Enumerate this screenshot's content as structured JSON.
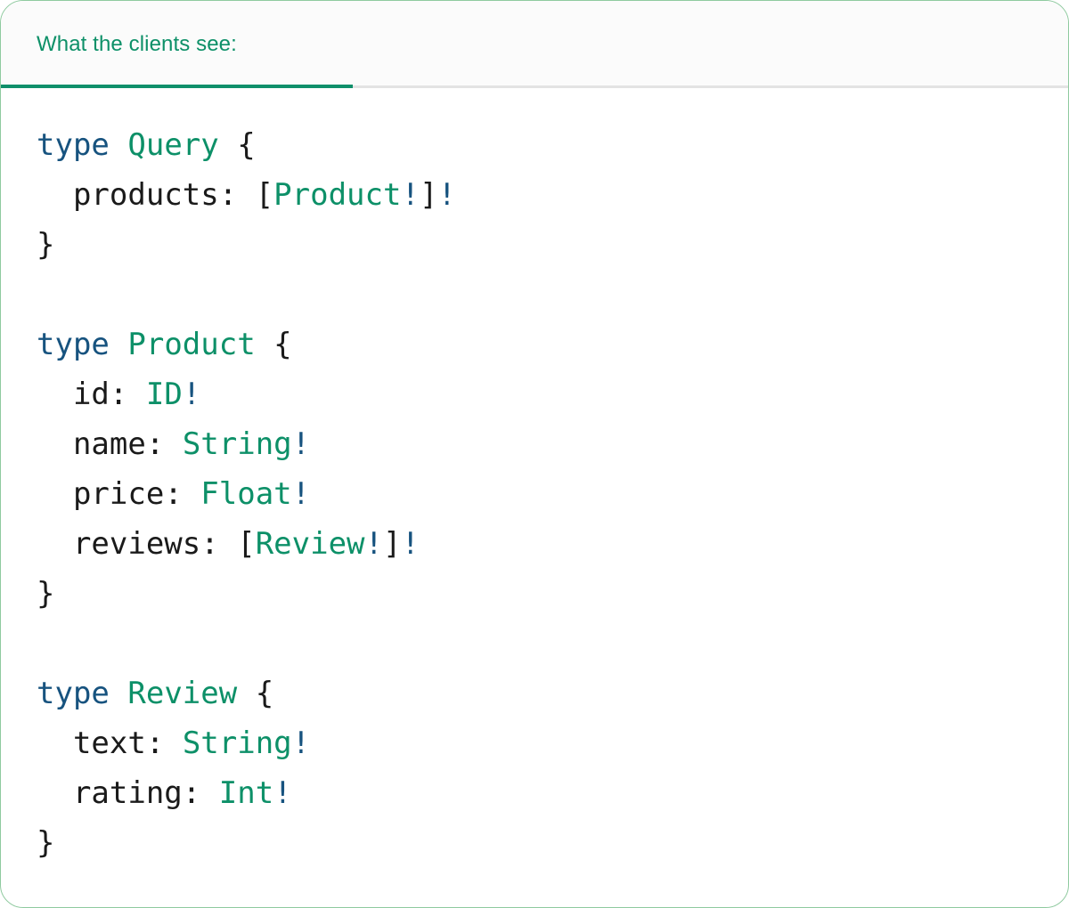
{
  "card": {
    "border_color": "#8fca9f",
    "background": "#ffffff"
  },
  "header": {
    "tab_label": "What the clients see:",
    "tab_accent_color": "#0f8f6a",
    "tab_text_color": "#0d9068",
    "strip_background": "#fbfbfb",
    "strip_border_color": "#e3e3e3"
  },
  "syntax_colors": {
    "keyword": "#17537f",
    "type_name": "#0d9068",
    "punctuation": "#1a1a1a",
    "field_name": "#1a1a1a",
    "non_null": "#17537f"
  },
  "code": {
    "language": "graphql",
    "raw": "type Query {\n  products: [Product!]!\n}\n\ntype Product {\n  id: ID!\n  name: String!\n  price: Float!\n  reviews: [Review!]!\n}\n\ntype Review {\n  text: String!\n  rating: Int!\n}",
    "blocks": [
      {
        "keyword": "type",
        "name": "Query",
        "open": "{",
        "close": "}",
        "fields": [
          {
            "indent": "  ",
            "name": "products",
            "sep": ": ",
            "type": "[Product!]!"
          }
        ]
      },
      {
        "keyword": "type",
        "name": "Product",
        "open": "{",
        "close": "}",
        "fields": [
          {
            "indent": "  ",
            "name": "id",
            "sep": ": ",
            "type": "ID!"
          },
          {
            "indent": "  ",
            "name": "name",
            "sep": ": ",
            "type": "String!"
          },
          {
            "indent": "  ",
            "name": "price",
            "sep": ": ",
            "type": "Float!"
          },
          {
            "indent": "  ",
            "name": "reviews",
            "sep": ": ",
            "type": "[Review!]!"
          }
        ]
      },
      {
        "keyword": "type",
        "name": "Review",
        "open": "{",
        "close": "}",
        "fields": [
          {
            "indent": "  ",
            "name": "text",
            "sep": ": ",
            "type": "String!"
          },
          {
            "indent": "  ",
            "name": "rating",
            "sep": ": ",
            "type": "Int!"
          }
        ]
      }
    ],
    "tokens": {
      "query": {
        "kw": "type",
        "sp1": " ",
        "name": "Query",
        "sp2": " ",
        "open": "{",
        "f0_indent": "  ",
        "f0_name": "products",
        "f0_colon": ":",
        "f0_sp": " ",
        "f0_lb": "[",
        "f0_type": "Product",
        "f0_bang1": "!",
        "f0_rb": "]",
        "f0_bang2": "!",
        "close": "}"
      },
      "product": {
        "kw": "type",
        "sp1": " ",
        "name": "Product",
        "sp2": " ",
        "open": "{",
        "f0_indent": "  ",
        "f0_name": "id",
        "f0_colon": ":",
        "f0_sp": " ",
        "f0_type": "ID",
        "f0_bang": "!",
        "f1_indent": "  ",
        "f1_name": "name",
        "f1_colon": ":",
        "f1_sp": " ",
        "f1_type": "String",
        "f1_bang": "!",
        "f2_indent": "  ",
        "f2_name": "price",
        "f2_colon": ":",
        "f2_sp": " ",
        "f2_type": "Float",
        "f2_bang": "!",
        "f3_indent": "  ",
        "f3_name": "reviews",
        "f3_colon": ":",
        "f3_sp": " ",
        "f3_lb": "[",
        "f3_type": "Review",
        "f3_bang1": "!",
        "f3_rb": "]",
        "f3_bang2": "!",
        "close": "}"
      },
      "review": {
        "kw": "type",
        "sp1": " ",
        "name": "Review",
        "sp2": " ",
        "open": "{",
        "f0_indent": "  ",
        "f0_name": "text",
        "f0_colon": ":",
        "f0_sp": " ",
        "f0_type": "String",
        "f0_bang": "!",
        "f1_indent": "  ",
        "f1_name": "rating",
        "f1_colon": ":",
        "f1_sp": " ",
        "f1_type": "Int",
        "f1_bang": "!",
        "close": "}"
      }
    }
  }
}
